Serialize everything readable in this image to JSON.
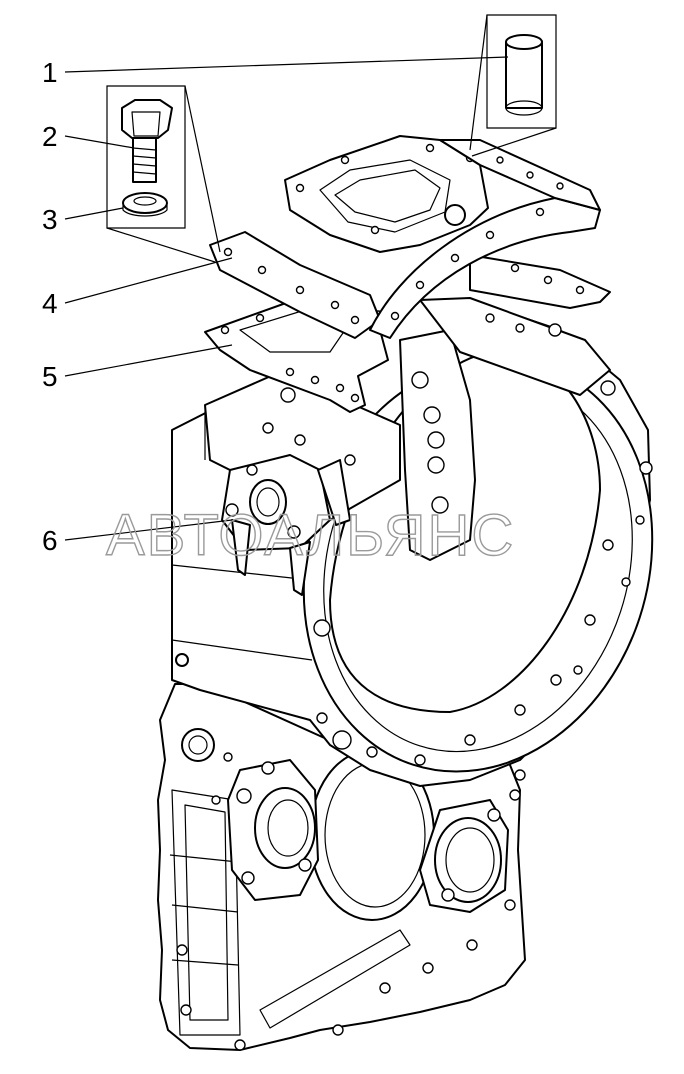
{
  "callouts": [
    "1",
    "2",
    "3",
    "4",
    "5",
    "6"
  ],
  "watermark": "АВТОАЛЬЯНС",
  "parts": [
    "pin",
    "bolt",
    "washer",
    "gasket-large",
    "gasket-small",
    "clutch-housing"
  ]
}
